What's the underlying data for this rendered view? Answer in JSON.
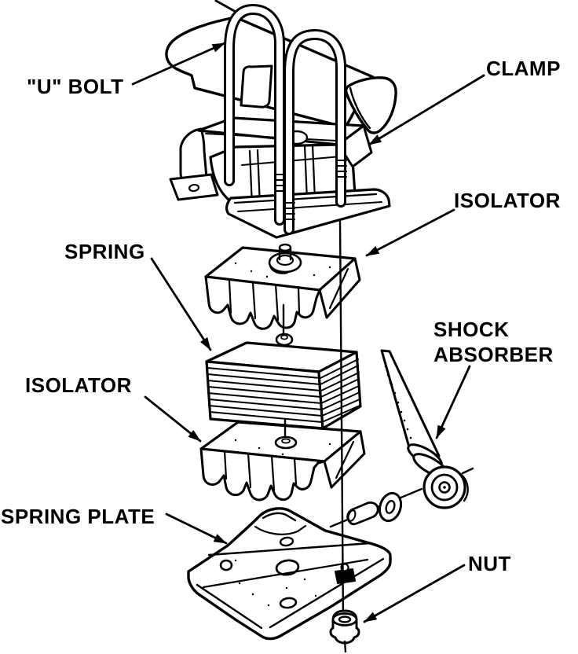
{
  "diagram": {
    "background_color": "#ffffff",
    "ink_color": "#000000",
    "callouts": [
      {
        "id": "u-bolt",
        "label": "\"U\" BOLT"
      },
      {
        "id": "clamp",
        "label": "CLAMP"
      },
      {
        "id": "isolator-upper",
        "label": "ISOLATOR"
      },
      {
        "id": "spring",
        "label": "SPRING"
      },
      {
        "id": "shock-absorber",
        "label": "SHOCK ABSORBER",
        "line1": "SHOCK",
        "line2": "ABSORBER"
      },
      {
        "id": "isolator-lower",
        "label": "ISOLATOR"
      },
      {
        "id": "spring-plate",
        "label": "SPRING PLATE"
      },
      {
        "id": "nut",
        "label": "NUT"
      }
    ]
  }
}
